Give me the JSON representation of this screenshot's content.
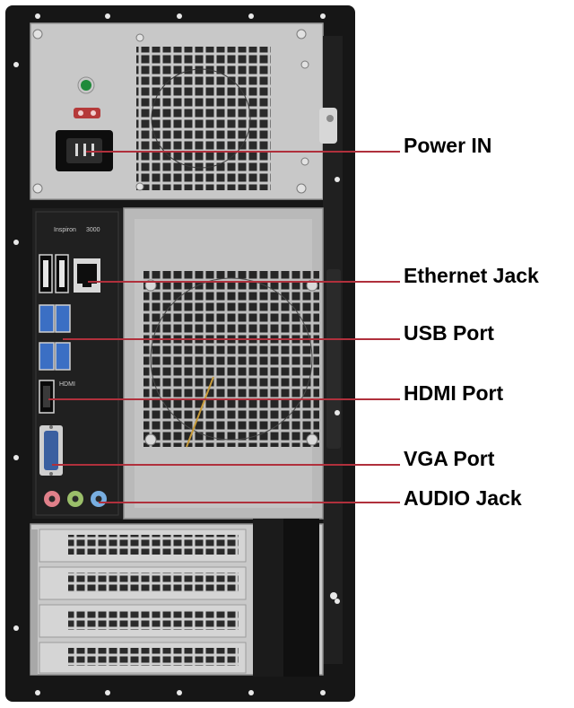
{
  "labels": {
    "power_in": "Power IN",
    "ethernet_jack": "Ethernet Jack",
    "usb_port": "USB Port",
    "hdmi_port": "HDMI Port",
    "vga_port": "VGA Port",
    "audio_jack": "AUDIO Jack"
  },
  "io_plate": {
    "brand": "Inspiron",
    "model": "3000",
    "hdmi": "HDMI"
  },
  "colors": {
    "leader_line": "#b0303c",
    "chassis": "#161616",
    "panel": "#b9b9b9",
    "psu": "#c8c8c8",
    "io_plate": "#202020",
    "audio_mic": "#e0808a",
    "audio_line_out": "#9bbf6a",
    "audio_line_in": "#78aee0",
    "vga": "#3a5fa0",
    "usb3": "#3b6fc4",
    "power_led": "#1f8a3a"
  }
}
